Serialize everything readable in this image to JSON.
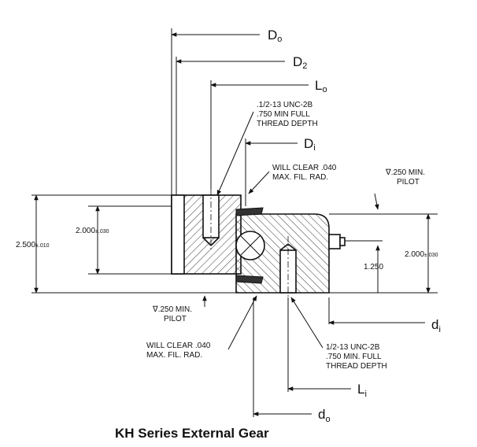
{
  "caption": "KH Series External Gear",
  "dims": {
    "Do": {
      "main": "D",
      "sub": "o"
    },
    "D2": {
      "main": "D",
      "sub": "2"
    },
    "Lo": {
      "main": "L",
      "sub": "o"
    },
    "Di": {
      "main": "D",
      "sub": "i"
    },
    "di": {
      "main": "d",
      "sub": "i"
    },
    "Li": {
      "main": "L",
      "sub": "i"
    },
    "do": {
      "main": "d",
      "sub": "o"
    }
  },
  "notes": {
    "thread_top": [
      ".1/2-13 UNC-2B",
      ".750 MIN FULL",
      "THREAD DEPTH"
    ],
    "clear_top": [
      "WILL CLEAR .040",
      "MAX. FIL. RAD."
    ],
    "pilot_top": [
      "∇.250 MIN.",
      "PILOT"
    ],
    "pilot_bottom": [
      "∇.250 MIN.",
      "PILOT"
    ],
    "clear_bottom": [
      "WILL CLEAR .040",
      "MAX. FIL. RAD."
    ],
    "thread_bottom": [
      "1/2-13 UNC-2B",
      ".750 MIN. FULL",
      "THREAD DEPTH"
    ]
  },
  "measurements": {
    "overall_height": {
      "value": "2.500",
      "tol": "±.010"
    },
    "outer_height": {
      "value": "2.000",
      "tol": "±.030"
    },
    "inner_height": {
      "value": "2.000",
      "tol": "±.030"
    },
    "offset": "1.250"
  }
}
